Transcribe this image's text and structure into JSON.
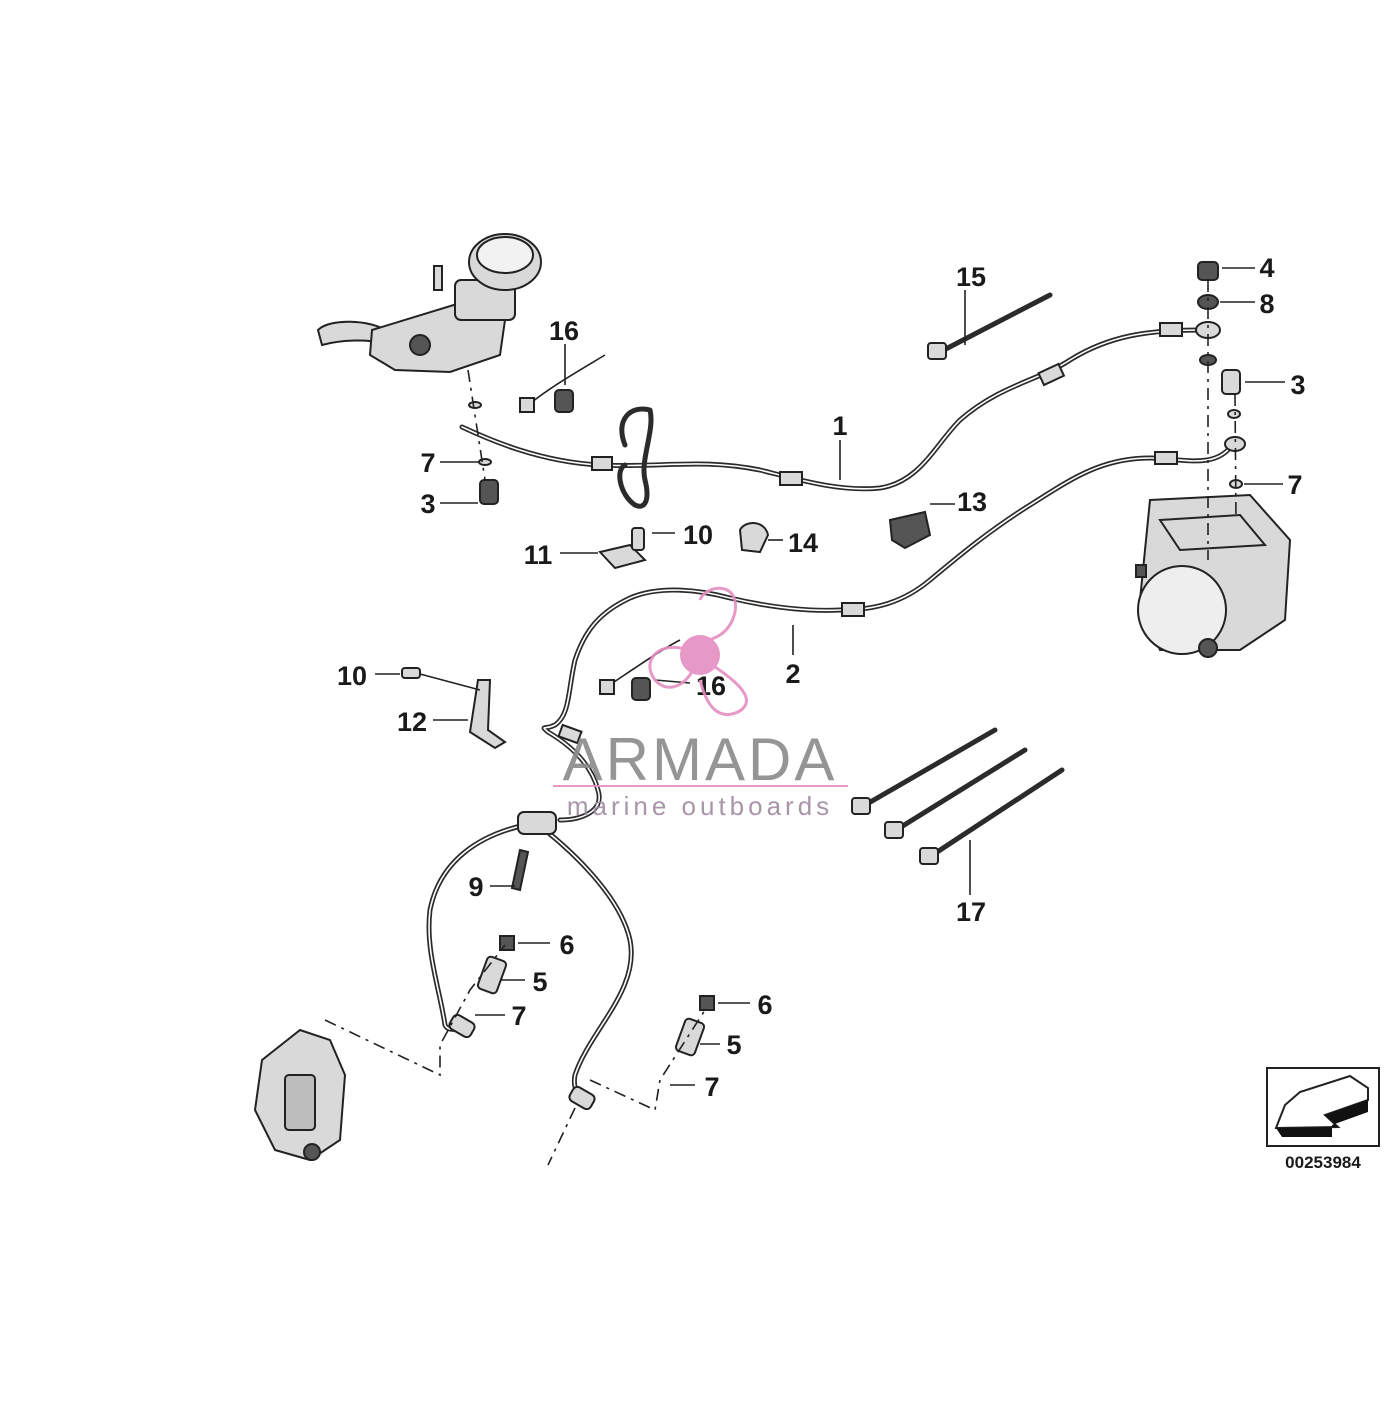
{
  "diagram": {
    "callouts": [
      {
        "id": "c1",
        "text": "1"
      },
      {
        "id": "c2",
        "text": "2"
      },
      {
        "id": "c3a",
        "text": "3"
      },
      {
        "id": "c3b",
        "text": "3"
      },
      {
        "id": "c4",
        "text": "4"
      },
      {
        "id": "c5a",
        "text": "5"
      },
      {
        "id": "c5b",
        "text": "5"
      },
      {
        "id": "c6a",
        "text": "6"
      },
      {
        "id": "c6b",
        "text": "6"
      },
      {
        "id": "c7a",
        "text": "7"
      },
      {
        "id": "c7b",
        "text": "7"
      },
      {
        "id": "c7c",
        "text": "7"
      },
      {
        "id": "c7d",
        "text": "7"
      },
      {
        "id": "c8",
        "text": "8"
      },
      {
        "id": "c9",
        "text": "9"
      },
      {
        "id": "c10a",
        "text": "10"
      },
      {
        "id": "c10b",
        "text": "10"
      },
      {
        "id": "c11",
        "text": "11"
      },
      {
        "id": "c12",
        "text": "12"
      },
      {
        "id": "c13",
        "text": "13"
      },
      {
        "id": "c14",
        "text": "14"
      },
      {
        "id": "c15",
        "text": "15"
      },
      {
        "id": "c16a",
        "text": "16"
      },
      {
        "id": "c16b",
        "text": "16"
      },
      {
        "id": "c17",
        "text": "17"
      }
    ],
    "document_number": "00253984"
  },
  "watermark": {
    "brand": "ARMADA",
    "tagline": "marine outboards",
    "color": "#e48fc0"
  },
  "colors": {
    "line": "#222222",
    "background": "#ffffff"
  }
}
